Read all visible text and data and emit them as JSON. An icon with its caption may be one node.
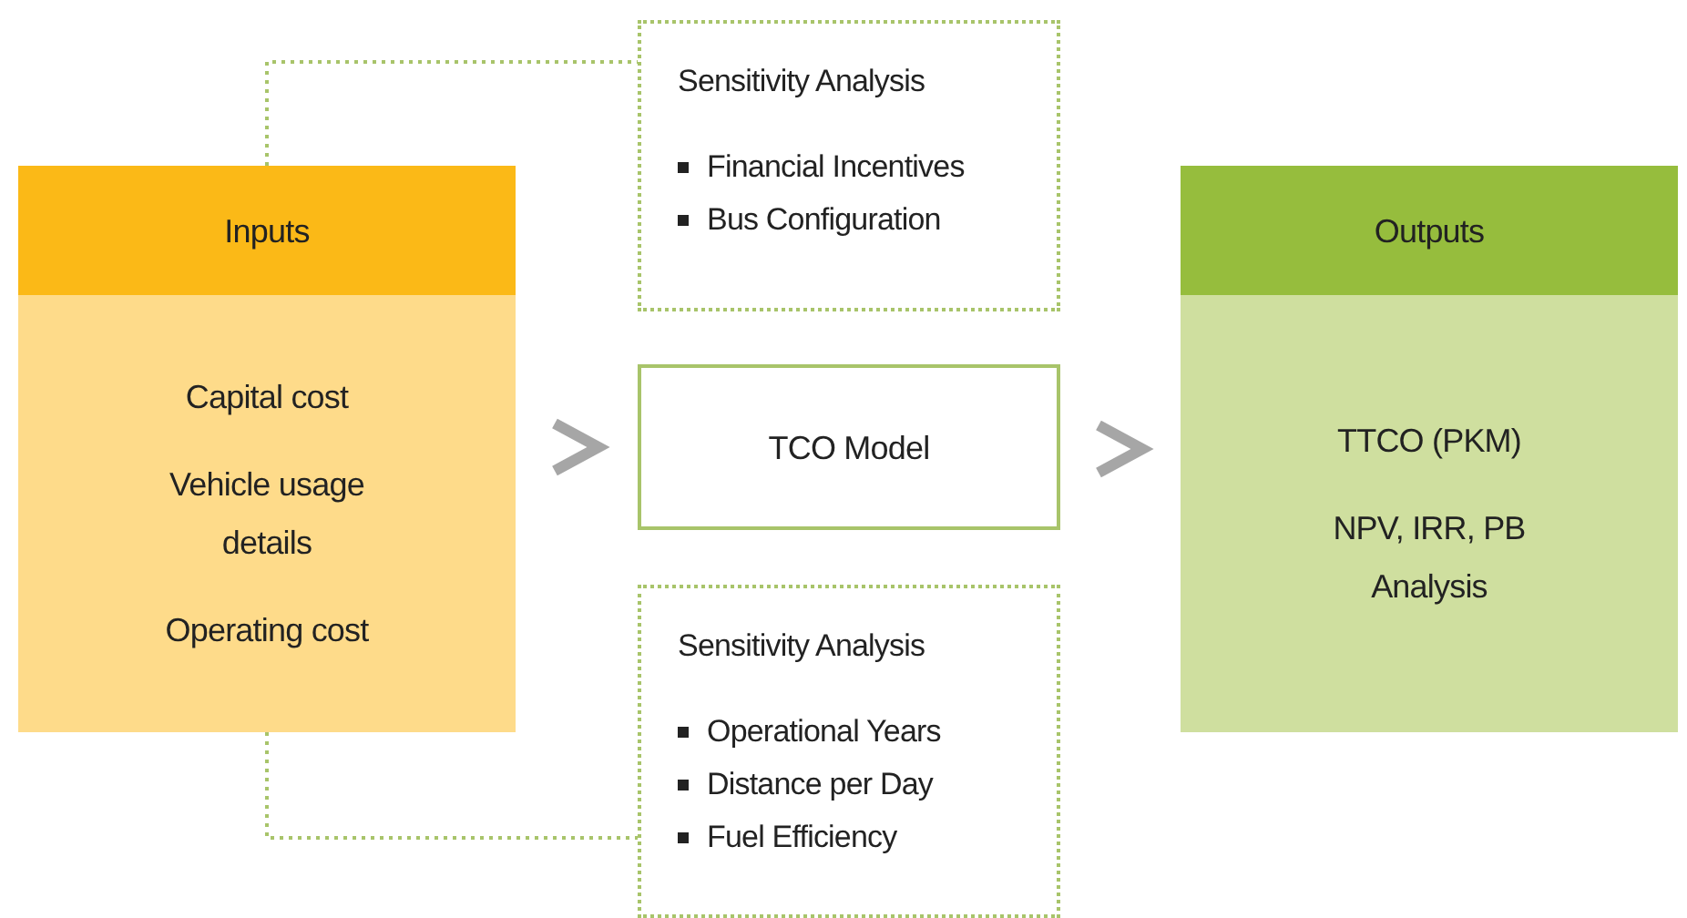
{
  "diagram": {
    "nodes": [
      {
        "text": [
          "Inputs",
          "Capital cost",
          "Vehicle usage details",
          "Operating cost"
        ]
      },
      {
        "text": [
          "Sensitivity Analysis",
          "Financial Incentives",
          "Bus Configuration"
        ]
      },
      {
        "text": [
          "TCO Model"
        ]
      },
      {
        "text": [
          "Outputs",
          "TTCO (PKM)",
          "NPV, IRR, PB Analysis"
        ]
      },
      {
        "text": [
          "Sensitivity Analysis",
          "Operational Years",
          "Distance per Day",
          "Fuel Efficiency"
        ]
      }
    ],
    "edges": [
      {
        "from": 0,
        "to": 1,
        "arrow": "none",
        "style": "dashed"
      },
      {
        "from": 0,
        "to": 4,
        "arrow": "none",
        "style": "dashed"
      },
      {
        "from": 0,
        "to": 2,
        "arrow": "to",
        "style": "thick",
        "color": "#a6a6a6"
      },
      {
        "from": 2,
        "to": 3,
        "arrow": "to",
        "style": "thick",
        "color": "#a6a6a6"
      }
    ]
  }
}
